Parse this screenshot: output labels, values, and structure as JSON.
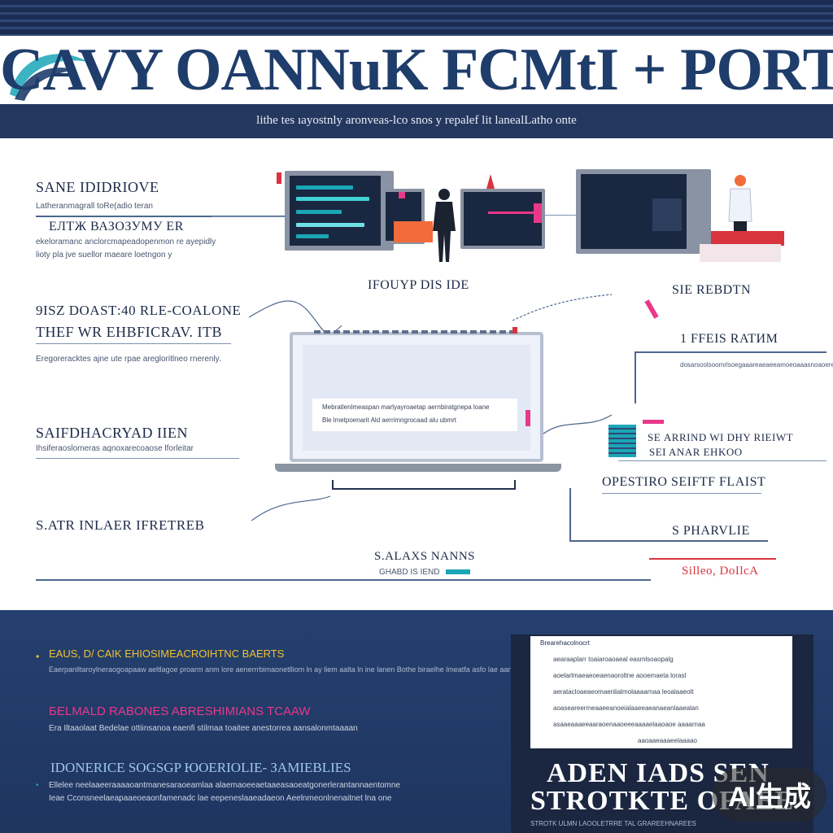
{
  "colors": {
    "navy": "#24375e",
    "title": "#1f3d6b",
    "accent_teal": "#1aa6b7",
    "accent_pink": "#e8388a",
    "accent_orange": "#f26b3a",
    "accent_red": "#d9343e",
    "accent_yellow": "#f2c12e"
  },
  "header": {
    "title": "CAVY OANNuK FCMtI + PORTS",
    "subtitle": "lithe tes ıayostnly aronveas-lco snos y repalef lit lanealLatho onte"
  },
  "left": {
    "block1": {
      "heading": "SANE IDIDRIOVE",
      "caption1": "Latheranmagrall toRe(adio teran",
      "heading2": "ЕЛТЖ ВАЗОЗУМУ ЕR",
      "caption2": "ekeloramanc anclorcmapeadopenmon re ayepidly",
      "caption3": "lioty pla jve suellor maeare loetngon y"
    },
    "block2": {
      "heading1": "9ISZ DOASТ:40 RLE-COАLONE",
      "heading2": "THEF WR EHBFICRAV. ITB",
      "caption": "Eregoreracktes ajne ute rpae aregloritlneo rnerenly."
    },
    "block3": {
      "heading": "SAIFDHACRYAD IIEN",
      "caption": "Ihsiferaoslomeras aqnoxarecoaose lforleitar"
    },
    "block4": {
      "heading": "S.ATR INLAER IFRETREB"
    }
  },
  "center": {
    "label_top": "IFOUYP DIS IDE",
    "laptop_line1": "Mebratlenlmeaspan marlyayroaetap aernbiratgnepa loane",
    "laptop_line2": "Ble lmetpoenarit Ald aerrimngrocaad alu ubmrt",
    "label_bottom": "S.ALAXS NANNS",
    "label_bottom_sub": "GHABD IS IEND"
  },
  "right": {
    "label1": "SIE REBDTN",
    "label2": "1 FFEIS RATИМ",
    "caption2": "dosarsoolsoomrlsoegaaareaeaeeamoeoaaasnoaoerere",
    "label3": "SE АRRIND WI DHY RIEIWT",
    "label3b": "SEI ANAR EHKOO",
    "label4": "OPESTIRO SEIFTF FLAIST",
    "label5": "S PHARVLIE",
    "label6": "Silleo, DoIlcA"
  },
  "bottom": {
    "item1_heading": "EAUS, D/ CAIK EHIOSIMEACROIHTNC BAERTS",
    "item1_text": "Eaerpanlltaroylneraogoapaaw aeltlagoe proarm anm lore aenerrrbimaonetlliom ln ay liem aalta ln ine lanen Bothe biraelhe lmeatfa asfo lae aanoneruna ol",
    "item2_heading": "БELMALD RABONES ABRESHIMIANS TCAAW",
    "item2_text": "Era Iltaaolaat Bedelae ottiinsanoa eaenfi stilmaa toaitee anestorrea aansalonmtaaaan",
    "item3_heading": "IDONERICE SOGSGP ЮOERIOLIE- ЗАМIEBLIES",
    "item3_text": "Ellelee neelaaeeraaaaoantmanesaraoeamlaa alaemaoeeaetaaeasaoeatgonerlerantannaentomne",
    "item3_text2": "Ieae Cconsneelaeapaaeoeaonfamenadc lae eepeneslaaeadaeon Aeelnmeonlnenaitnet lna one",
    "card_header": "Brearehacolnocrt",
    "card_lines": [
      "aearaaplarr toaiaroaoaeal easmlsoaopalg",
      "aoelarlmaeaeoeaenaoroltne aooemaeta lorasl",
      "aeratacloaeaeomaenlialmolaaaarnaa leoalaaeolt",
      "aoaseareermeaaeeanoeialaaeeaeanaeanlaaealan",
      "asaaeaaaeeaaraoenaaoeeeaaaaelaaoaoe aaaarnaa",
      "aaoaaeaaaeelaaaao"
    ],
    "card_title_1": "ADEN IADS SEN",
    "card_title_2": "STROTKTE OFAEE",
    "card_footer": "STROTK ULMN LAOOLETRRE TAL GRAREEHNAREES",
    "badge": "AI生成"
  }
}
